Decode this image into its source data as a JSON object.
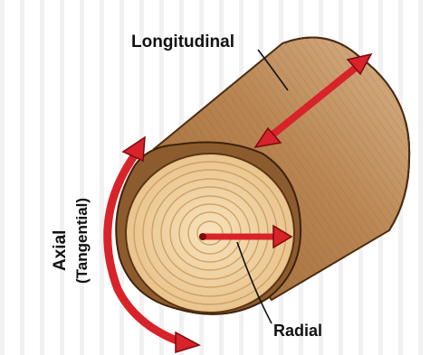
{
  "diagram": {
    "labels": {
      "longitudinal": "Longitudinal",
      "radial": "Radial",
      "axial": "Axial",
      "tangential": "(Tangential)"
    },
    "colors": {
      "arrow": "#d8232a",
      "bark": "#b07a45",
      "bark_dark": "#7a4f26",
      "end_grain": "#f2d6a4",
      "ring": "#c99a5e",
      "background_stripe": "#f1f1f1"
    },
    "icons": {
      "arrows": "double-headed-arrow",
      "log": "log-cylinder"
    }
  }
}
